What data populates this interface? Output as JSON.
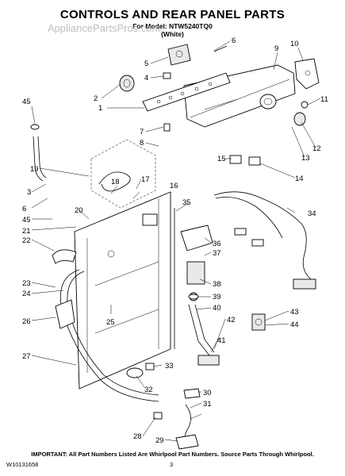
{
  "header": {
    "title": "CONTROLS AND REAR PANEL PARTS",
    "model_line": "For Model: NTW5240TQ0",
    "color_line": "(White)",
    "watermark": "AppliancePartsPros.com"
  },
  "footer": {
    "notice": "IMPORTANT: All Part Numbers Listed Are Whirlpool Part Numbers. Source Parts Through Whirlpool.",
    "doc_code": "W10131658",
    "page_number": "3"
  },
  "callouts": [
    "1",
    "2",
    "3",
    "4",
    "5",
    "6",
    "7",
    "8",
    "9",
    "10",
    "11",
    "12",
    "13",
    "14",
    "15",
    "16",
    "17",
    "18",
    "19",
    "20",
    "21",
    "22",
    "23",
    "24",
    "25",
    "26",
    "27",
    "28",
    "29",
    "30",
    "31",
    "32",
    "33",
    "34",
    "35",
    "36",
    "37",
    "38",
    "39",
    "40",
    "41",
    "42",
    "43",
    "44",
    "45"
  ]
}
